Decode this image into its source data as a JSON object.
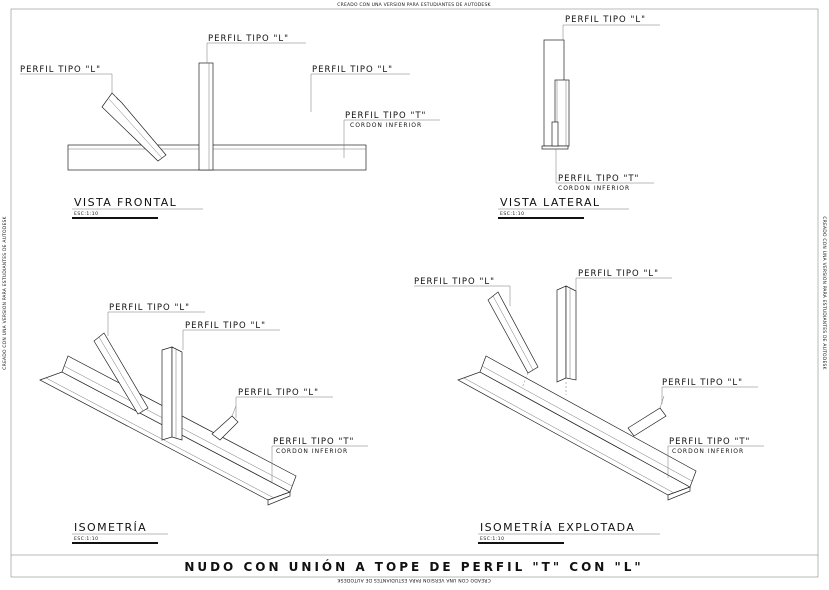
{
  "watermark": {
    "top": "CREADO CON UNA VERSION PARA ESTUDIANTES DE AUTODESK",
    "bottom": "CREADO CON UNA VERSION PARA ESTUDIANTES DE AUTODESK",
    "left": "CREADO CON UNA VERSION PARA ESTUDIANTES DE AUTODESK",
    "right": "CREADO CON UNA VERSION PARA ESTUDIANTES DE AUTODESK"
  },
  "views": {
    "frontal": {
      "title": "VISTA FRONTAL",
      "scale": "ESC:1:10",
      "labels": {
        "l_left": "PERFIL TIPO \"L\"",
        "l_top": "PERFIL TIPO \"L\"",
        "l_right": "PERFIL TIPO \"L\"",
        "t": "PERFIL TIPO \"T\"",
        "t_sub": "CORDON INFERIOR"
      }
    },
    "lateral": {
      "title": "VISTA LATERAL",
      "scale": "ESC:1:10",
      "labels": {
        "l_top": "PERFIL TIPO \"L\"",
        "t": "PERFIL TIPO \"T\"",
        "t_sub": "CORDON INFERIOR"
      }
    },
    "isometria": {
      "title": "ISOMETRÍA",
      "scale": "ESC:1:10",
      "labels": {
        "l_a": "PERFIL TIPO \"L\"",
        "l_b": "PERFIL TIPO \"L\"",
        "l_c": "PERFIL TIPO \"L\"",
        "t": "PERFIL TIPO \"T\"",
        "t_sub": "CORDON INFERIOR"
      }
    },
    "explotada": {
      "title": "ISOMETRÍA EXPLOTADA",
      "scale": "ESC:1:10",
      "labels": {
        "l_a": "PERFIL TIPO \"L\"",
        "l_b": "PERFIL TIPO \"L\"",
        "l_c": "PERFIL TIPO \"L\"",
        "t": "PERFIL TIPO \"T\"",
        "t_sub": "CORDON INFERIOR"
      }
    }
  },
  "sheet_title": "NUDO CON UNIÓN A TOPE DE PERFIL \"T\" CON \"L\""
}
